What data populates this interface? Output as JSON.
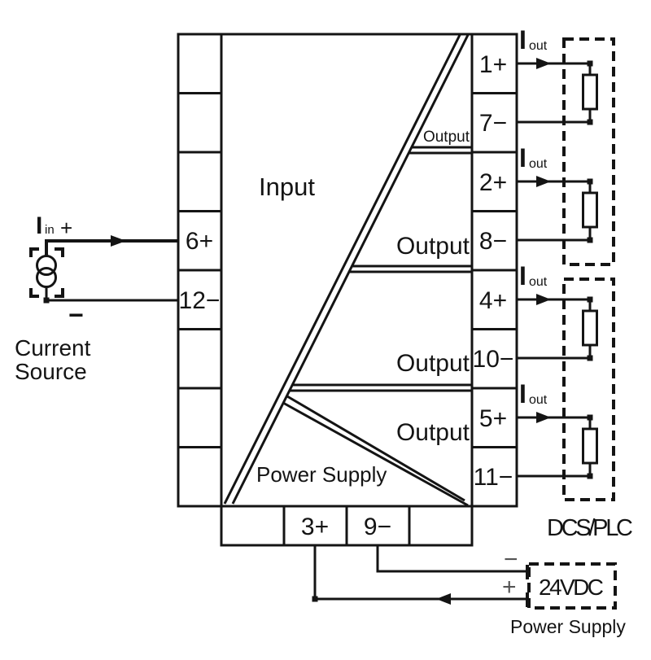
{
  "device": {
    "section_labels": {
      "input": "Input",
      "output_small": "Output",
      "output_1": "Output",
      "output_2": "Output",
      "output_3": "Output",
      "power_supply": "Power Supply"
    },
    "terminals": {
      "left": [
        "6+",
        "12−"
      ],
      "right": [
        "1+",
        "7−",
        "2+",
        "8−",
        "4+",
        "10−",
        "5+",
        "11−"
      ],
      "bottom": [
        "3+",
        "9−"
      ]
    }
  },
  "current_source": {
    "symbol": "I",
    "symbol_sub": "in",
    "polarity_plus": "+",
    "polarity_minus": "−",
    "caption_line1": "Current",
    "caption_line2": "Source"
  },
  "output_channels": [
    {
      "symbol": "I",
      "symbol_sub": "out"
    },
    {
      "symbol": "I",
      "symbol_sub": "out"
    },
    {
      "symbol": "I",
      "symbol_sub": "out"
    },
    {
      "symbol": "I",
      "symbol_sub": "out"
    }
  ],
  "dcs_plc": {
    "caption": "DCS/PLC"
  },
  "power_supply_unit": {
    "voltage": "24VDC",
    "caption": "Power Supply",
    "polarity_plus": "+",
    "polarity_minus": "−"
  },
  "colors": {
    "line": "#141414",
    "background": "#ffffff",
    "polarity_gray": "#555555"
  }
}
